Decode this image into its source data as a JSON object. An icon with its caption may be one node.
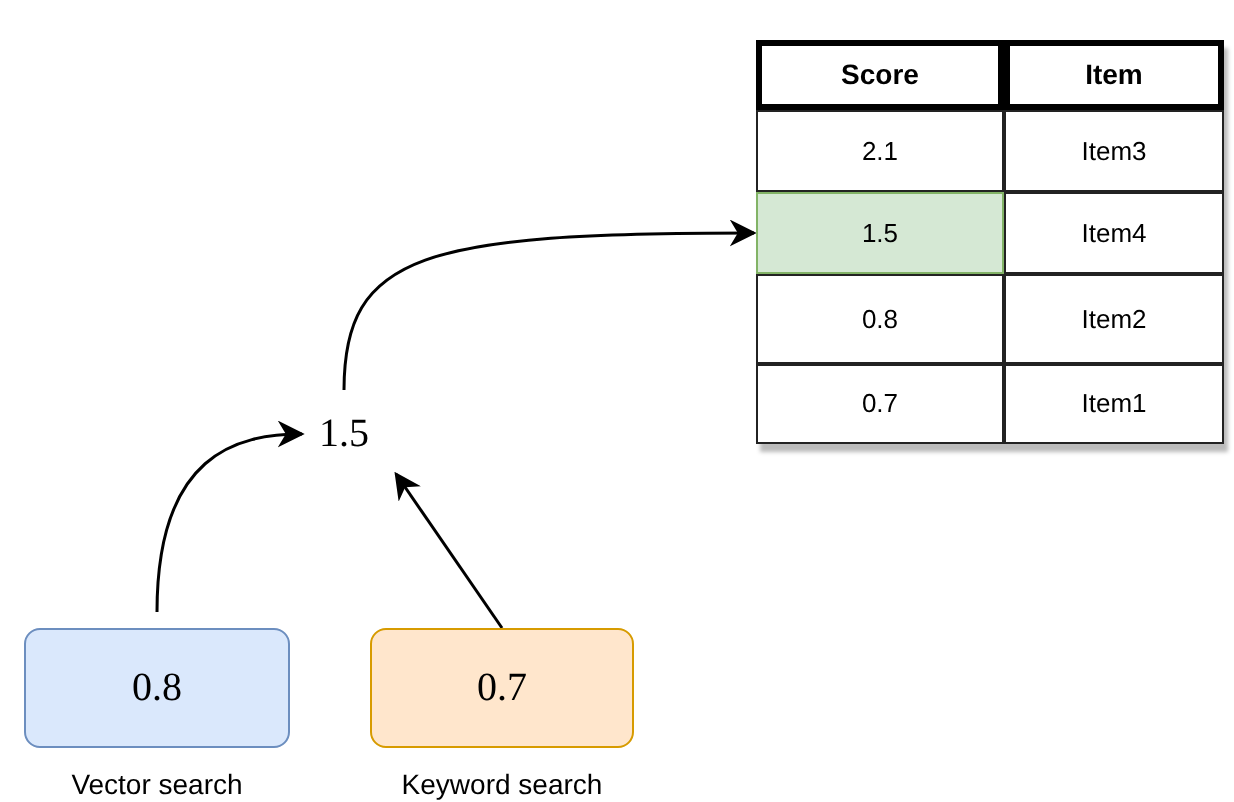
{
  "diagram": {
    "nodes": [
      {
        "text": [
          "0.8"
        ],
        "beside": [
          "Vector search"
        ]
      },
      {
        "text": [
          "0.7"
        ],
        "beside": [
          "Keyword search"
        ]
      },
      {
        "text": [
          "1.5"
        ]
      },
      {
        "text": [],
        "shape": "box"
      },
      {
        "text": [
          "Score"
        ],
        "in": 3
      },
      {
        "text": [
          "Item"
        ],
        "in": 3
      },
      {
        "text": [
          "2.1"
        ],
        "in": 3
      },
      {
        "text": [
          "Item3"
        ],
        "in": 3
      },
      {
        "text": [
          "1.5"
        ],
        "in": 3
      },
      {
        "text": [
          "Item4"
        ],
        "in": 3
      },
      {
        "text": [
          "0.8"
        ],
        "in": 3
      },
      {
        "text": [
          "Item2"
        ],
        "in": 3
      },
      {
        "text": [
          "0.7"
        ],
        "in": 3
      },
      {
        "text": [
          "Item1"
        ],
        "in": 3
      }
    ],
    "edges": [
      {
        "from": 0,
        "to": 2,
        "arrow": "to"
      },
      {
        "from": 1,
        "to": 2,
        "arrow": "to"
      },
      {
        "from": 2,
        "to": 8,
        "arrow": "to"
      }
    ]
  }
}
